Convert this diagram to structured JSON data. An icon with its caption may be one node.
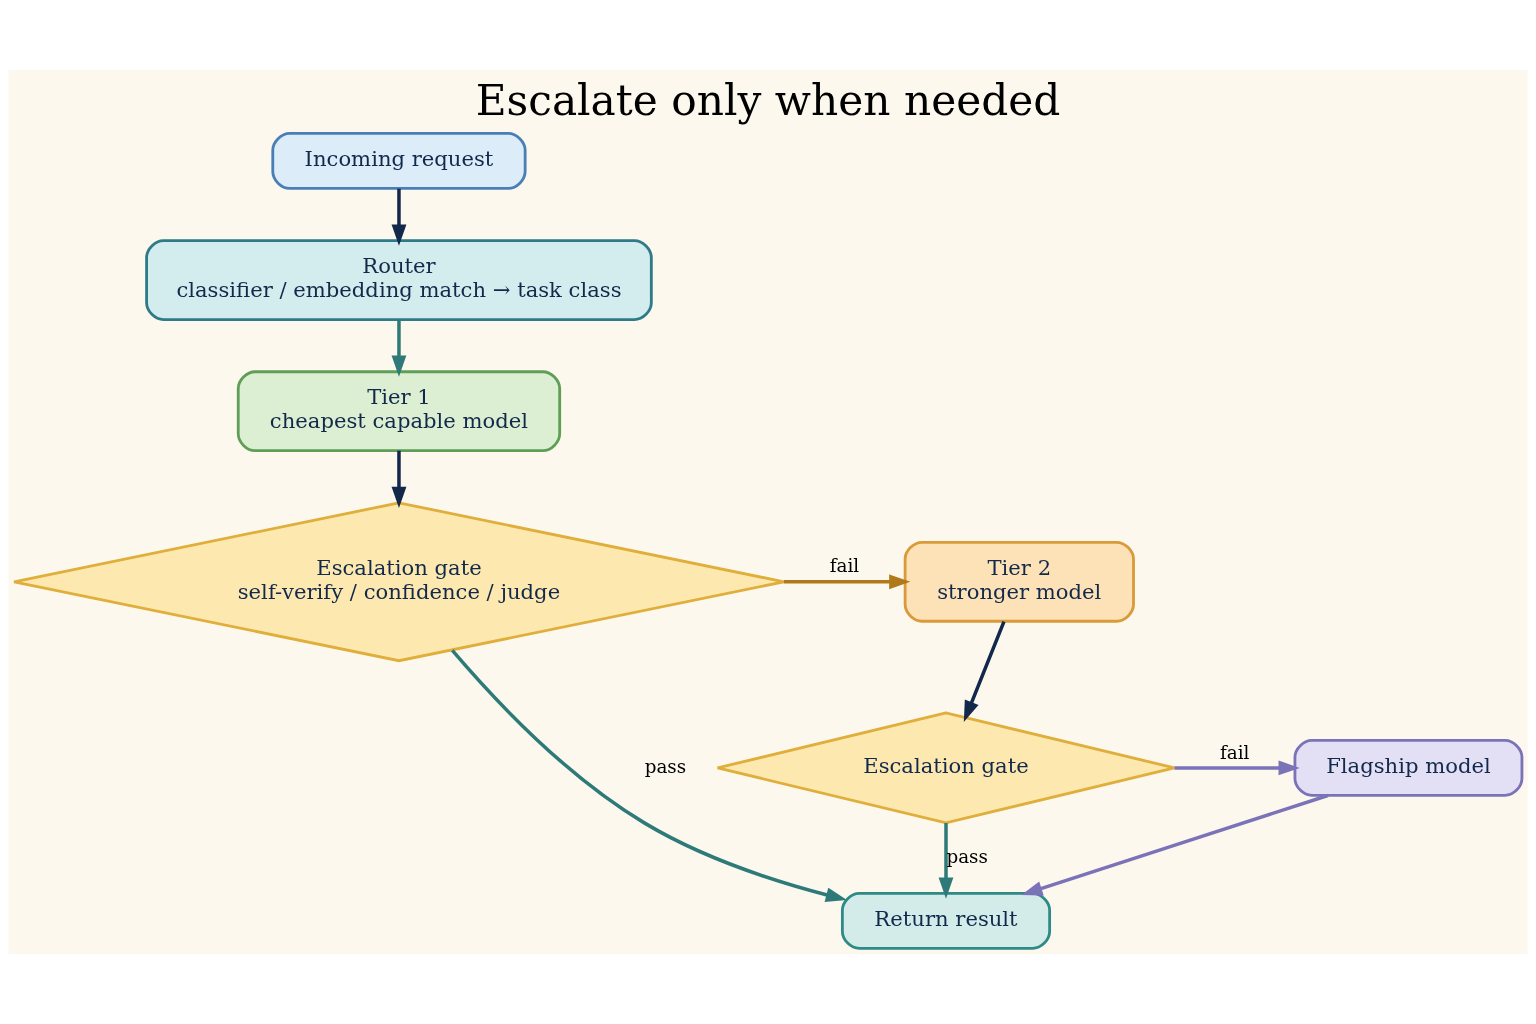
{
  "diagram": {
    "title": "Escalate only when needed",
    "nodes": [
      {
        "text": [
          "Incoming request"
        ]
      },
      {
        "text": [
          "Router",
          "classifier / embedding match → task class"
        ]
      },
      {
        "text": [
          "Tier 1",
          "cheapest capable model"
        ]
      },
      {
        "text": [
          "Escalation gate",
          "self-verify / confidence / judge"
        ]
      },
      {
        "text": [
          "Tier 2",
          "stronger model"
        ]
      },
      {
        "text": [
          "Escalation gate"
        ]
      },
      {
        "text": [
          "Flagship model"
        ]
      },
      {
        "text": [
          "Return result"
        ]
      }
    ],
    "edges": [
      {
        "from": 0,
        "to": 1,
        "arrow": "to"
      },
      {
        "from": 1,
        "to": 2,
        "arrow": "to",
        "color": "#2e7a78"
      },
      {
        "from": 2,
        "to": 3,
        "arrow": "to"
      },
      {
        "from": 3,
        "to": 4,
        "arrow": "to",
        "label": "fail",
        "color": "#b07a1a"
      },
      {
        "from": 3,
        "to": 7,
        "arrow": "to",
        "label": "pass",
        "color": "#2e7a78"
      },
      {
        "from": 4,
        "to": 5,
        "arrow": "to"
      },
      {
        "from": 5,
        "to": 6,
        "arrow": "to",
        "label": "fail",
        "color": "#7b73b8"
      },
      {
        "from": 5,
        "to": 7,
        "arrow": "to",
        "label": "pass",
        "color": "#2e7a78"
      },
      {
        "from": 6,
        "to": 7,
        "arrow": "to",
        "color": "#7b73b8"
      }
    ]
  }
}
